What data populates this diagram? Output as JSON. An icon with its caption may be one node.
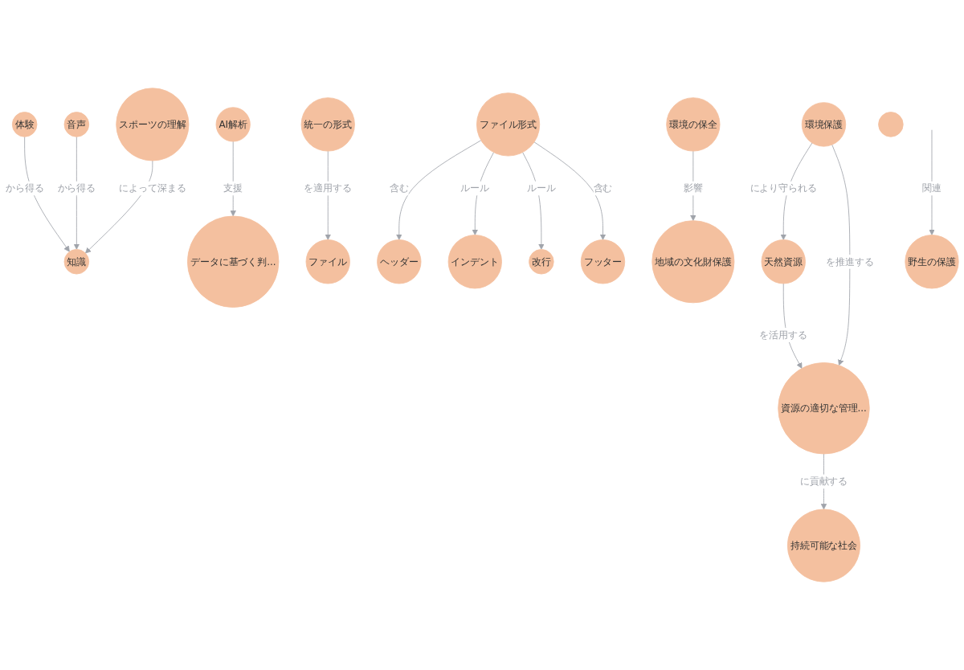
{
  "diagram": {
    "nodes": [
      {
        "text": [
          "体験"
        ]
      },
      {
        "text": [
          "知識"
        ]
      },
      {
        "text": [
          "スポーツの理解"
        ]
      },
      {
        "text": [
          "音声"
        ]
      },
      {
        "text": [
          "データに基づく判..."
        ]
      },
      {
        "text": [
          "AI解析"
        ]
      },
      {
        "text": [
          "統一の形式"
        ]
      },
      {
        "text": [
          "ファイル"
        ]
      },
      {
        "text": [
          "ヘッダー"
        ]
      },
      {
        "text": [
          "インデント"
        ]
      },
      {
        "text": [
          "ファイル形式"
        ]
      },
      {
        "text": [
          "改行"
        ]
      },
      {
        "text": [
          "フッター"
        ]
      },
      {
        "text": [
          "天然資源"
        ]
      },
      {
        "text": [
          "資源の適切な管理..."
        ]
      },
      {
        "text": [
          "持続可能な社会"
        ]
      },
      {
        "text": [
          "環境保護"
        ]
      },
      {
        "text": [
          "環境の保全"
        ]
      },
      {
        "text": [
          "地域の文化財保護"
        ]
      },
      {
        "text": [
          "野生の保護"
        ]
      },
      {
        "text": [],
        "shape": "circle"
      }
    ],
    "edges": [
      {
        "from": 0,
        "to": 1,
        "arrow": "to",
        "label": "から得る"
      },
      {
        "from": 3,
        "to": 1,
        "arrow": "to",
        "label": "から得る"
      },
      {
        "from": 2,
        "to": 1,
        "arrow": "to",
        "label": "によって深まる"
      },
      {
        "from": 5,
        "to": 4,
        "arrow": "to",
        "label": "支援"
      },
      {
        "from": 6,
        "to": 7,
        "arrow": "to",
        "label": "を適用する"
      },
      {
        "from": 10,
        "to": 8,
        "arrow": "to",
        "label": "含む"
      },
      {
        "from": 10,
        "to": 9,
        "arrow": "to",
        "label": "ルール"
      },
      {
        "from": 10,
        "to": 11,
        "arrow": "to",
        "label": "ルール"
      },
      {
        "from": 10,
        "to": 12,
        "arrow": "to",
        "label": "含む"
      },
      {
        "from": 13,
        "to": 14,
        "arrow": "to",
        "label": "を活用する"
      },
      {
        "from": 14,
        "to": 15,
        "arrow": "to",
        "label": "に貢献する"
      },
      {
        "from": 16,
        "to": 13,
        "arrow": "to",
        "label": "により守られる"
      },
      {
        "from": 16,
        "to": 14,
        "arrow": "to",
        "label": "を推進する"
      },
      {
        "from": 17,
        "to": 18,
        "arrow": "to",
        "label": "影響"
      },
      {
        "from": null,
        "to": 19,
        "arrow": "to",
        "label": "関連"
      }
    ]
  }
}
